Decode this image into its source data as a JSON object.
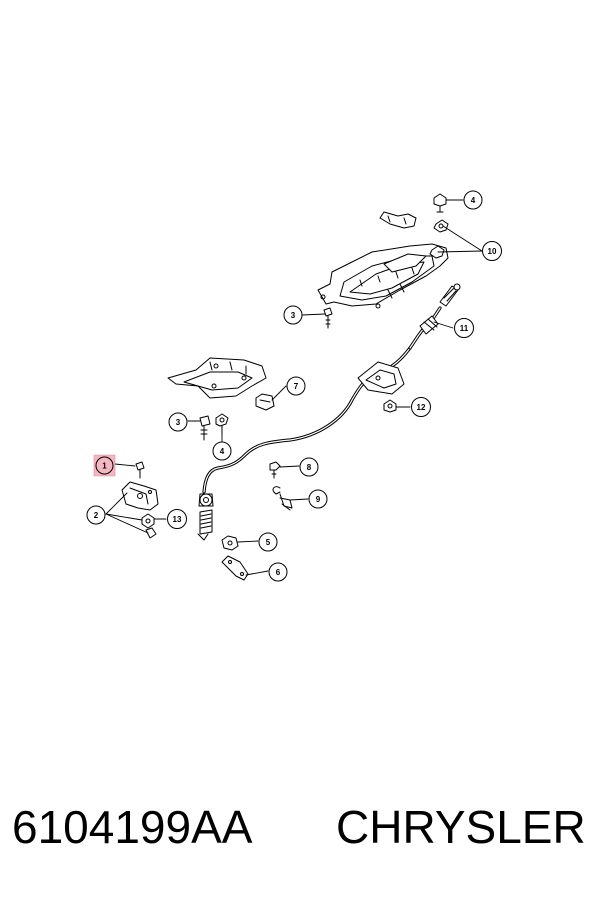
{
  "diagram": {
    "callouts": [
      {
        "id": "c1",
        "label": "1",
        "highlighted": true
      },
      {
        "id": "c2",
        "label": "2"
      },
      {
        "id": "c3a",
        "label": "3"
      },
      {
        "id": "c3b",
        "label": "3"
      },
      {
        "id": "c4a",
        "label": "4"
      },
      {
        "id": "c4b",
        "label": "4"
      },
      {
        "id": "c5",
        "label": "5"
      },
      {
        "id": "c6",
        "label": "6"
      },
      {
        "id": "c7",
        "label": "7"
      },
      {
        "id": "c8",
        "label": "8"
      },
      {
        "id": "c9",
        "label": "9"
      },
      {
        "id": "c10",
        "label": "10"
      },
      {
        "id": "c11",
        "label": "11"
      },
      {
        "id": "c12",
        "label": "12"
      },
      {
        "id": "c13",
        "label": "13"
      }
    ],
    "highlight_color": "#f4b6c2",
    "line_color": "#000000"
  },
  "caption": {
    "part_number": "6104199AA",
    "brand": "CHRYSLER"
  }
}
